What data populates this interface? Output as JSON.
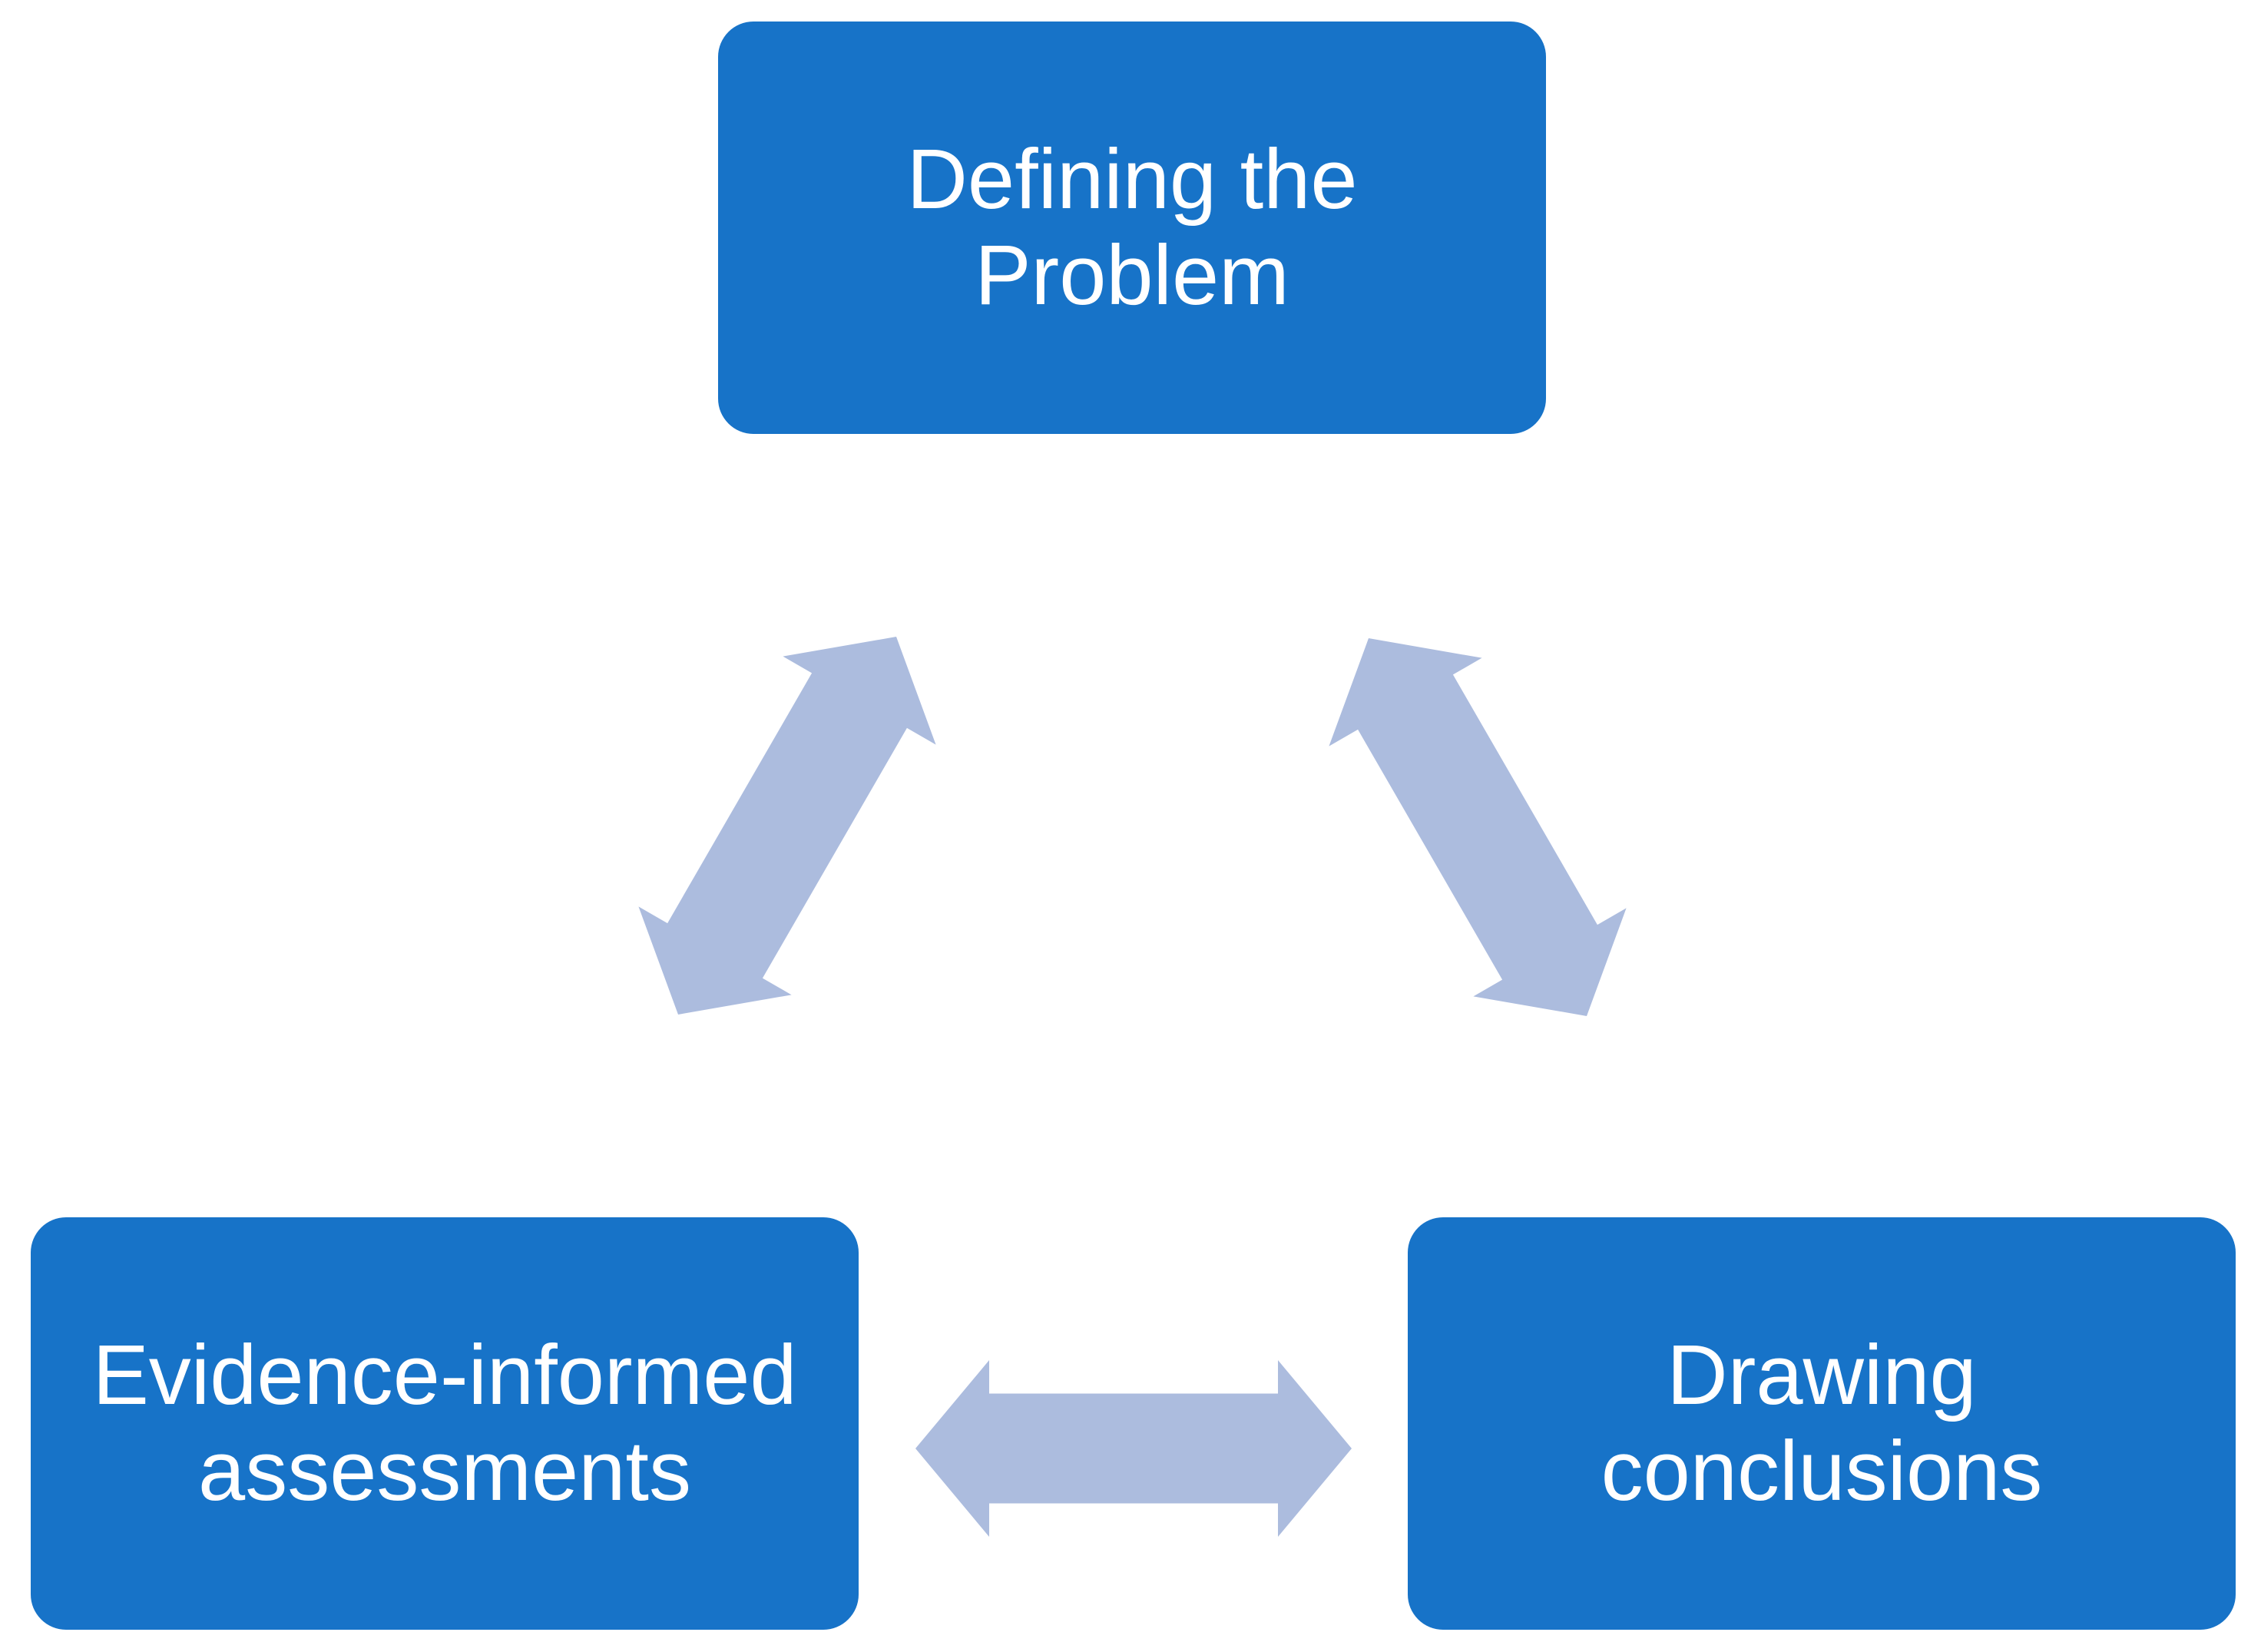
{
  "diagram": {
    "type": "cycle-relationship-diagram",
    "nodes": [
      {
        "id": "defining-the-problem",
        "label": "Defining the\nProblem"
      },
      {
        "id": "evidence-informed-assessments",
        "label": "Evidence-informed\nassessments"
      },
      {
        "id": "drawing-conclusions",
        "label": "Drawing\nconclusions"
      }
    ],
    "connectors": [
      {
        "between": [
          "defining-the-problem",
          "evidence-informed-assessments"
        ],
        "style": "double-headed-arrow",
        "direction": "bidirectional"
      },
      {
        "between": [
          "defining-the-problem",
          "drawing-conclusions"
        ],
        "style": "double-headed-arrow",
        "direction": "bidirectional"
      },
      {
        "between": [
          "evidence-informed-assessments",
          "drawing-conclusions"
        ],
        "style": "double-headed-arrow",
        "direction": "bidirectional"
      }
    ],
    "colors": {
      "node_fill": "#1773c8",
      "node_text": "#ffffff",
      "arrow_fill": "#acbcde",
      "background": "#ffffff"
    }
  }
}
